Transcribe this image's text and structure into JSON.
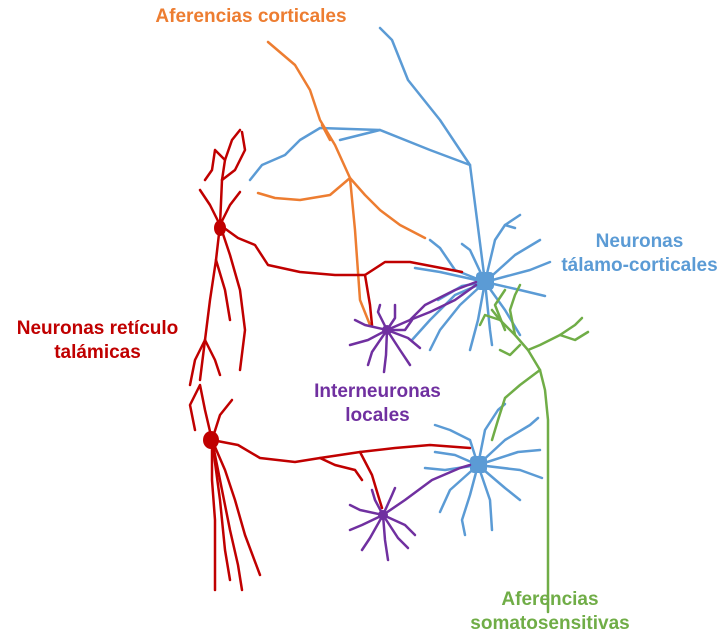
{
  "colors": {
    "reticular": "#c00000",
    "thalamocortical": "#5b9bd5",
    "interneuron": "#7030a0",
    "cortical": "#ed7d31",
    "somatosensory": "#70ad47"
  },
  "labels": {
    "cortical": "Aferencias corticales",
    "thalamocortical": [
      "Neuronas",
      "tálamo-corticales"
    ],
    "reticular": [
      "Neuronas retículo",
      "talámicas"
    ],
    "interneuron": [
      "Interneuronas",
      "locales"
    ],
    "somatosensory": [
      "Aferencias",
      "somatosensitivas"
    ]
  }
}
